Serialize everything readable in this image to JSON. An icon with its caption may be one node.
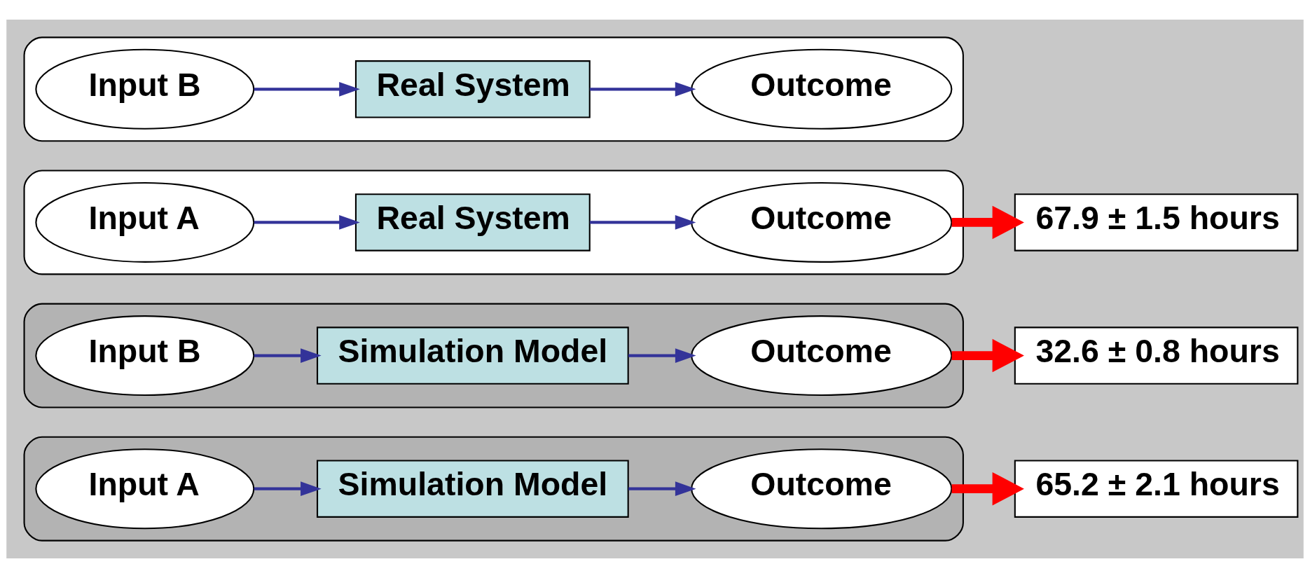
{
  "diagram": {
    "nodes": [
      {
        "text": [],
        "shape": "box"
      },
      {
        "text": [
          "Input A"
        ],
        "in": 0
      },
      {
        "text": [
          "Simulation Model"
        ],
        "in": 0
      },
      {
        "text": [
          "Outcome"
        ],
        "in": 0
      },
      {
        "text": [],
        "shape": "box"
      },
      {
        "text": [
          "Input B"
        ],
        "in": 4
      },
      {
        "text": [
          "Simulation Model"
        ],
        "in": 4
      },
      {
        "text": [
          "Outcome"
        ],
        "in": 4
      },
      {
        "text": [
          "65.2 ± 2.1 hours"
        ]
      },
      {
        "text": [
          "32.6 ± 0.8 hours"
        ]
      },
      {
        "text": [
          "67.9 ± 1.5 hours"
        ]
      },
      {
        "text": [],
        "shape": "box"
      },
      {
        "text": [
          "Input A"
        ],
        "in": 11
      },
      {
        "text": [
          "Real System"
        ],
        "in": 11
      },
      {
        "text": [
          "Outcome"
        ],
        "in": 11
      },
      {
        "text": [],
        "shape": "box"
      },
      {
        "text": [
          "Input B"
        ],
        "in": 15
      },
      {
        "text": [
          "Real System"
        ],
        "in": 15
      },
      {
        "text": [
          "Outcome"
        ],
        "in": 15
      }
    ],
    "edges": [
      {
        "from": 1,
        "to": 2,
        "arrow": "to"
      },
      {
        "from": 2,
        "to": 3,
        "arrow": "to"
      },
      {
        "from": 5,
        "to": 6,
        "arrow": "to"
      },
      {
        "from": 6,
        "to": 7,
        "arrow": "to"
      },
      {
        "from": 3,
        "to": 8,
        "arrow": "to",
        "style": "thick",
        "color": "#ff0000"
      },
      {
        "from": 7,
        "to": 9,
        "arrow": "to",
        "style": "thick",
        "color": "#ff0000"
      },
      {
        "from": 14,
        "to": 10,
        "arrow": "to",
        "style": "thick",
        "color": "#ff0000"
      },
      {
        "from": 12,
        "to": 13,
        "arrow": "to"
      },
      {
        "from": 13,
        "to": 14,
        "arrow": "to"
      },
      {
        "from": 16,
        "to": 17,
        "arrow": "to"
      },
      {
        "from": 17,
        "to": 18,
        "arrow": "to"
      }
    ]
  }
}
